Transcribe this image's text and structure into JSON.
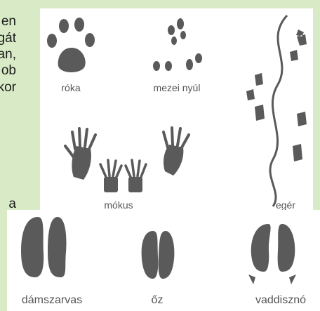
{
  "side_text": [
    "en",
    "gát",
    "an,",
    "ob",
    "kor",
    "a"
  ],
  "footprints_top": {
    "labels": {
      "fox": "róka",
      "hare": "mezei nyúl",
      "squirrel": "mókus",
      "mouse": "egér"
    }
  },
  "footprints_bottom": {
    "labels": {
      "fallow_deer": "dámszarvas",
      "roe_deer": "őz",
      "wild_boar": "vaddisznó"
    }
  },
  "colors": {
    "background": "#d9ebc6",
    "panel": "#ffffff",
    "print_gray": "#5a5a5a",
    "label_gray": "#555555"
  }
}
